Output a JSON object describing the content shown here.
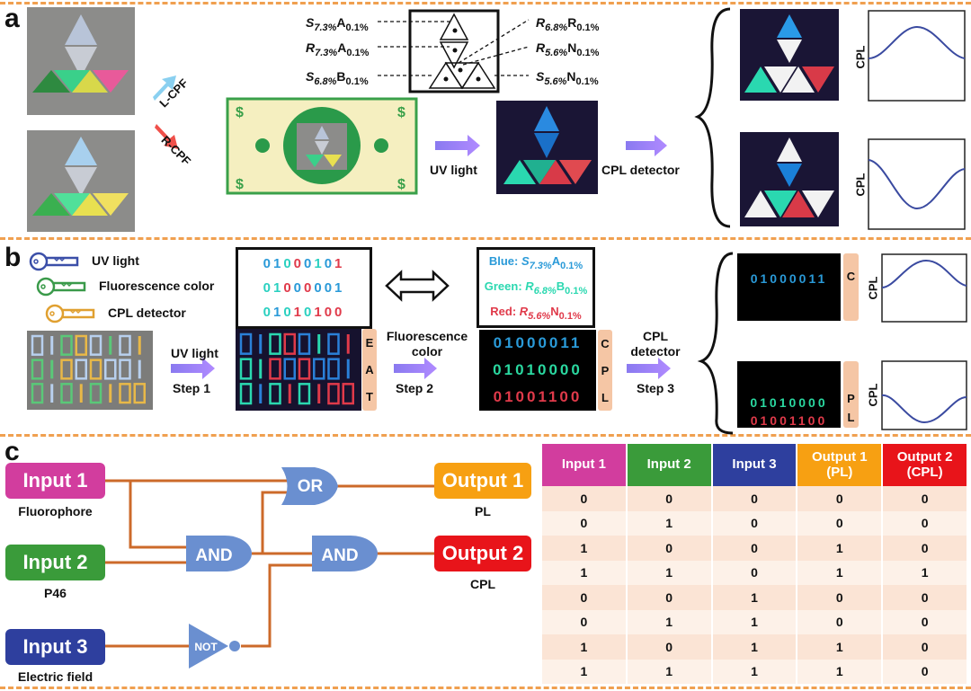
{
  "panels": {
    "a": "a",
    "b": "b",
    "c": "c"
  },
  "panel_a": {
    "arrow_lcpf": "L-CPF",
    "arrow_rcpf": "R-CPF",
    "arrow_uv": "UV light",
    "arrow_cpl": "CPL detector",
    "left_labels": [
      {
        "p1": "S",
        "s1": "7.3%",
        "p2": "A",
        "s2": "0.1%"
      },
      {
        "p1": "R",
        "s1": "7.3%",
        "p2": "A",
        "s2": "0.1%"
      },
      {
        "p1": "S",
        "s1": "6.8%",
        "p2": "B",
        "s2": "0.1%"
      }
    ],
    "right_labels": [
      {
        "p1": "R",
        "s1": "6.8%",
        "p2": "R",
        "s2": "0.1%"
      },
      {
        "p1": "R",
        "s1": "5.6%",
        "p2": "N",
        "s2": "0.1%"
      },
      {
        "p1": "S",
        "s1": "5.6%",
        "p2": "N",
        "s2": "0.1%"
      }
    ],
    "plot_ylabel": "CPL"
  },
  "panel_b": {
    "keys": [
      {
        "label": "UV light",
        "color": "#3b4fa8"
      },
      {
        "label": "Fluorescence color",
        "color": "#3a9a4a"
      },
      {
        "label": "CPL detector",
        "color": "#e0a030"
      }
    ],
    "code_rows": [
      {
        "digits": "01000101",
        "colors": "bbtrbtbr"
      },
      {
        "digits": "01000001",
        "colors": "ttrbrbbb"
      },
      {
        "digits": "01010100",
        "colors": "tbtrtrrr"
      }
    ],
    "color_map": [
      {
        "name": "Blue:",
        "p1": "S",
        "s1": "7.3%",
        "p2": "A",
        "s2": "0.1%",
        "color": "#2a9ad8"
      },
      {
        "name": "Green:",
        "p1": "R",
        "s1": "6.8%",
        "p2": "B",
        "s2": "0.1%",
        "color": "#2ad8b0"
      },
      {
        "name": "Red:",
        "p1": "R",
        "s1": "5.6%",
        "p2": "N",
        "s2": "0.1%",
        "color": "#e03a4a"
      }
    ],
    "eat_letters": [
      "E",
      "A",
      "T"
    ],
    "cpl_letters": [
      "C",
      "P",
      "L"
    ],
    "step1": {
      "top": "UV light",
      "bottom": "Step 1"
    },
    "step2": {
      "top": "Fluorescence color",
      "bottom": "Step 2"
    },
    "step3": {
      "top": "CPL detector",
      "bottom": "Step 3"
    },
    "decoded": [
      "01000011",
      "01010000",
      "01001100"
    ],
    "out_c": {
      "code": "01000011",
      "letter": "C"
    },
    "out_pl": {
      "codes": [
        "01010000",
        "01001100"
      ],
      "letters": [
        "P",
        "L"
      ]
    },
    "plot_ylabel": "CPL"
  },
  "panel_c": {
    "inputs": [
      {
        "label": "Input 1",
        "sub": "Fluorophore",
        "color": "#d23d9e"
      },
      {
        "label": "Input 2",
        "sub": "P46",
        "color": "#3a9b3a"
      },
      {
        "label": "Input 3",
        "sub": "Electric field",
        "color": "#2e3f9e"
      }
    ],
    "outputs": [
      {
        "label": "Output 1",
        "sub": "PL",
        "color": "#f7a012"
      },
      {
        "label": "Output 2",
        "sub": "CPL",
        "color": "#e8141a"
      }
    ],
    "gates": {
      "or": "OR",
      "and1": "AND",
      "and2": "AND",
      "not": "NOT"
    },
    "gate_color": "#6a8fd0",
    "wire_color": "#cc6a2a",
    "table": {
      "headers": [
        {
          "text": "Input 1",
          "color": "#d23d9e"
        },
        {
          "text": "Input 2",
          "color": "#3a9b3a"
        },
        {
          "text": "Input 3",
          "color": "#2e3f9e"
        },
        {
          "text": "Output 1 (PL)",
          "color": "#f7a012"
        },
        {
          "text": "Output 2 (CPL)",
          "color": "#e8141a"
        }
      ],
      "rows": [
        [
          "0",
          "0",
          "0",
          "0",
          "0"
        ],
        [
          "0",
          "1",
          "0",
          "0",
          "0"
        ],
        [
          "1",
          "0",
          "0",
          "1",
          "0"
        ],
        [
          "1",
          "1",
          "0",
          "1",
          "1"
        ],
        [
          "0",
          "0",
          "1",
          "0",
          "0"
        ],
        [
          "0",
          "1",
          "1",
          "0",
          "0"
        ],
        [
          "1",
          "0",
          "1",
          "1",
          "0"
        ],
        [
          "1",
          "1",
          "1",
          "1",
          "0"
        ]
      ]
    }
  }
}
